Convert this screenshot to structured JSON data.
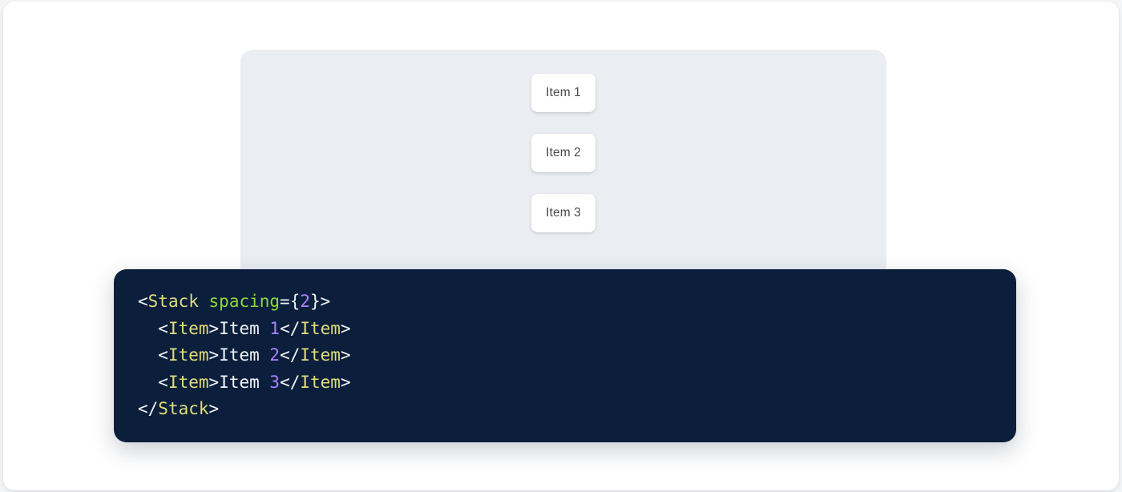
{
  "preview": {
    "panel_name": "component-preview-stage",
    "background_color": "#eaedf2",
    "stack": {
      "direction": "vertical",
      "spacing": 2,
      "items": [
        {
          "label": "Item 1"
        },
        {
          "label": "Item 2"
        },
        {
          "label": "Item 3"
        }
      ]
    }
  },
  "code": {
    "language": "jsx",
    "background_color": "#0b1f3c",
    "colors": {
      "tag": "#e3dd78",
      "attribute": "#8fd83a",
      "number": "#ae81ff",
      "punctuation": "#f2f5fa",
      "text": "#f2f5fa"
    },
    "lines": [
      {
        "indent": "",
        "tokens": [
          {
            "t": "punct",
            "v": "<"
          },
          {
            "t": "tag",
            "v": "Stack"
          },
          {
            "t": "text",
            "v": " "
          },
          {
            "t": "attr",
            "v": "spacing"
          },
          {
            "t": "punct",
            "v": "={"
          },
          {
            "t": "num",
            "v": "2"
          },
          {
            "t": "punct",
            "v": "}>"
          }
        ]
      },
      {
        "indent": "  ",
        "tokens": [
          {
            "t": "punct",
            "v": "<"
          },
          {
            "t": "tag",
            "v": "Item"
          },
          {
            "t": "punct",
            "v": ">"
          },
          {
            "t": "text",
            "v": "Item "
          },
          {
            "t": "num",
            "v": "1"
          },
          {
            "t": "punct",
            "v": "</"
          },
          {
            "t": "tag",
            "v": "Item"
          },
          {
            "t": "punct",
            "v": ">"
          }
        ]
      },
      {
        "indent": "  ",
        "tokens": [
          {
            "t": "punct",
            "v": "<"
          },
          {
            "t": "tag",
            "v": "Item"
          },
          {
            "t": "punct",
            "v": ">"
          },
          {
            "t": "text",
            "v": "Item "
          },
          {
            "t": "num",
            "v": "2"
          },
          {
            "t": "punct",
            "v": "</"
          },
          {
            "t": "tag",
            "v": "Item"
          },
          {
            "t": "punct",
            "v": ">"
          }
        ]
      },
      {
        "indent": "  ",
        "tokens": [
          {
            "t": "punct",
            "v": "<"
          },
          {
            "t": "tag",
            "v": "Item"
          },
          {
            "t": "punct",
            "v": ">"
          },
          {
            "t": "text",
            "v": "Item "
          },
          {
            "t": "num",
            "v": "3"
          },
          {
            "t": "punct",
            "v": "</"
          },
          {
            "t": "tag",
            "v": "Item"
          },
          {
            "t": "punct",
            "v": ">"
          }
        ]
      },
      {
        "indent": "",
        "tokens": [
          {
            "t": "punct",
            "v": "</"
          },
          {
            "t": "tag",
            "v": "Stack"
          },
          {
            "t": "punct",
            "v": ">"
          }
        ]
      }
    ]
  }
}
